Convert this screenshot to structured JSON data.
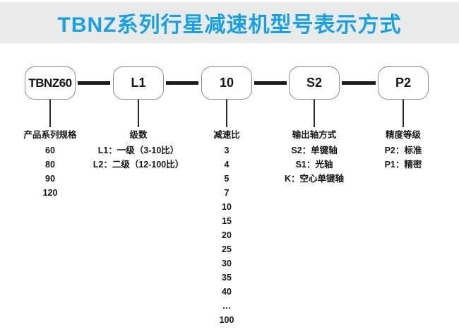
{
  "header": {
    "title": "TBNZ系列行星减速机型号表示方式"
  },
  "colors": {
    "title_blue": "#18a0e6",
    "header_bg": "#e9eaea",
    "box_border": "#8c8c8c",
    "connector_black": "#1a1a1a"
  },
  "diagram": {
    "nodes": [
      {
        "code": "TBNZ60",
        "label_title": "产品系列规格",
        "options": [
          "60",
          "80",
          "90",
          "120"
        ]
      },
      {
        "code": "L1",
        "label_title": "级数",
        "options": [
          "L1：一级（3-10比）",
          "L2：二级（12-100比）"
        ]
      },
      {
        "code": "10",
        "label_title": "减速比",
        "options": [
          "3",
          "4",
          "5",
          "7",
          "10",
          "15",
          "20",
          "25",
          "30",
          "35",
          "40",
          "…",
          "100"
        ]
      },
      {
        "code": "S2",
        "label_title": "输出轴方式",
        "options": [
          "S2：单键轴",
          "S1：光轴",
          "K：空心单键轴"
        ]
      },
      {
        "code": "P2",
        "label_title": "精度等级",
        "options": [
          "P2：标准",
          "P1：精密"
        ]
      }
    ]
  }
}
